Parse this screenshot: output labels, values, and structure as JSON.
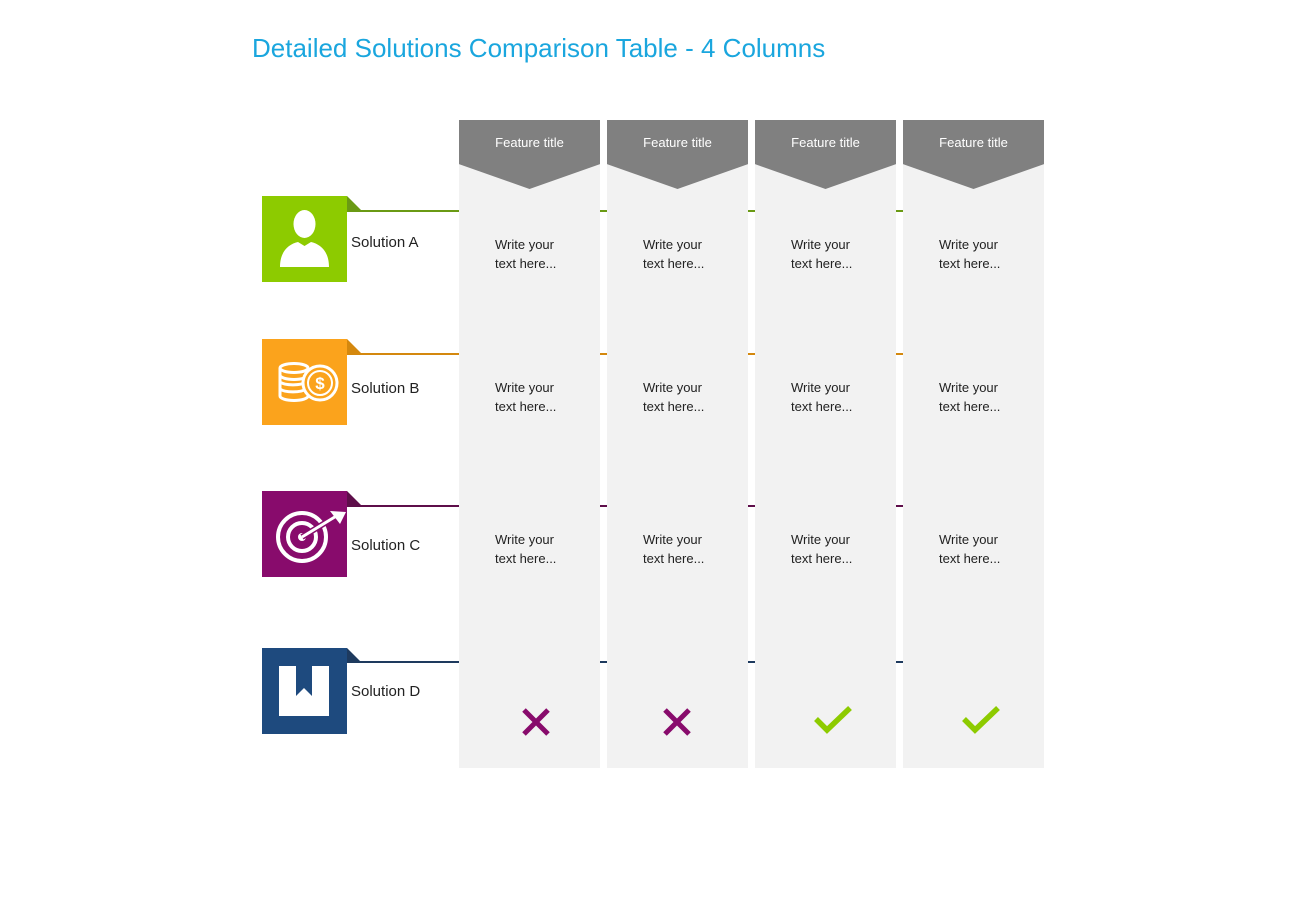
{
  "title": "Detailed Solutions Comparison Table - 4 Columns",
  "columns": [
    {
      "title": "Feature title"
    },
    {
      "title": "Feature title"
    },
    {
      "title": "Feature title"
    },
    {
      "title": "Feature title"
    }
  ],
  "rows": [
    {
      "label": "Solution A",
      "color": "#8dcb00",
      "line_color": "#6a9a14",
      "icon": "person-icon",
      "cells": [
        "Write your\ntext here...",
        "Write your\ntext here...",
        "Write your\ntext here...",
        "Write your\ntext here..."
      ]
    },
    {
      "label": "Solution B",
      "color": "#fba31c",
      "line_color": "#d4880e",
      "icon": "coins-icon",
      "cells": [
        "Write your\ntext here...",
        "Write your\ntext here...",
        "Write your\ntext here...",
        "Write your\ntext here..."
      ]
    },
    {
      "label": "Solution C",
      "color": "#880b6c",
      "line_color": "#5e0e4a",
      "icon": "target-icon",
      "cells": [
        "Write your\ntext here...",
        "Write your\ntext here...",
        "Write your\ntext here...",
        "Write your\ntext here..."
      ]
    },
    {
      "label": "Solution D",
      "color": "#1e4a7e",
      "line_color": "#1e3a5e",
      "icon": "bookmark-icon",
      "marks": [
        "cross",
        "cross",
        "check",
        "check"
      ]
    }
  ],
  "mark_colors": {
    "cross": "#880b6c",
    "check": "#8dcb00"
  }
}
